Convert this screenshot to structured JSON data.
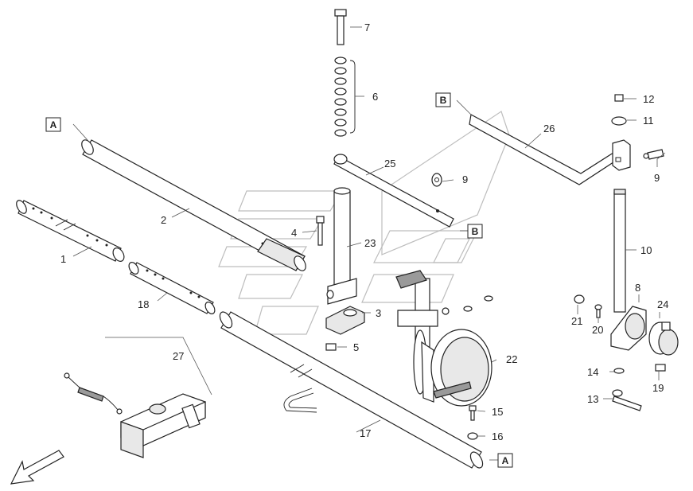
{
  "reference_boxes": {
    "a_top": "A",
    "a_bottom": "A",
    "b_top": "B",
    "b_middle": "B"
  },
  "callouts": {
    "c1": "1",
    "c2": "2",
    "c3": "3",
    "c4": "4",
    "c5": "5",
    "c6": "6",
    "c7": "7",
    "c8": "8",
    "c9a": "9",
    "c9b": "9",
    "c10": "10",
    "c11": "11",
    "c12": "12",
    "c13": "13",
    "c14": "14",
    "c15": "15",
    "c16": "16",
    "c17": "17",
    "c18": "18",
    "c19": "19",
    "c20": "20",
    "c21": "21",
    "c22": "22",
    "c23": "23",
    "c24": "24",
    "c25": "25",
    "c26": "26",
    "c27": "27"
  }
}
